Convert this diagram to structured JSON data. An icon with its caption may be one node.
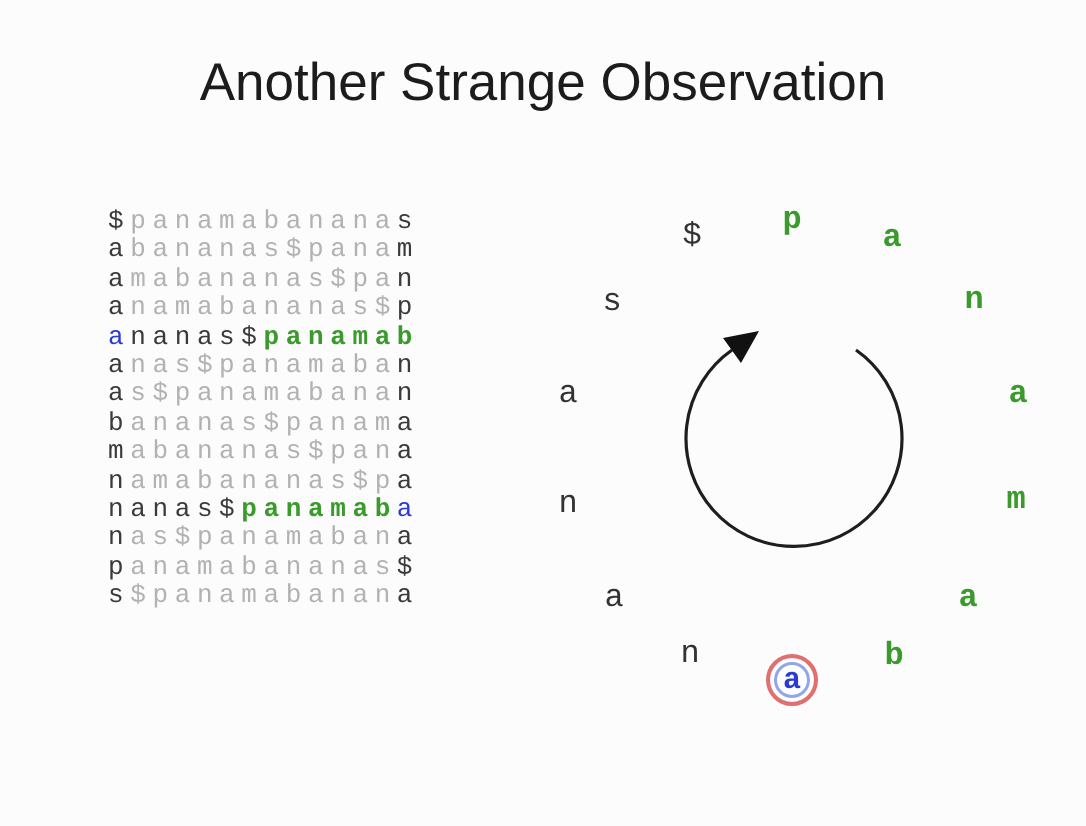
{
  "diagram": {
    "title": "Another Strange Observation",
    "nodes": [
      {
        "text": [
          "a"
        ]
      }
    ],
    "labels": [
      "$panamabananas",
      "abananas$panam",
      "amabananas$pan",
      "anamabananas$p",
      "ananas$**panamab**",
      "anas$panamaban",
      "as$panamabanan",
      "bananas$panama",
      "mabananas$pana",
      "namabananas$pa",
      "nanas$**panamab**a",
      "nas$panamabana",
      "panamabananas$",
      "s$panamabanana",
      "p",
      "a",
      "n",
      "a",
      "m",
      "a",
      "b",
      "n",
      "a",
      "n",
      "a",
      "s",
      "$"
    ]
  }
}
